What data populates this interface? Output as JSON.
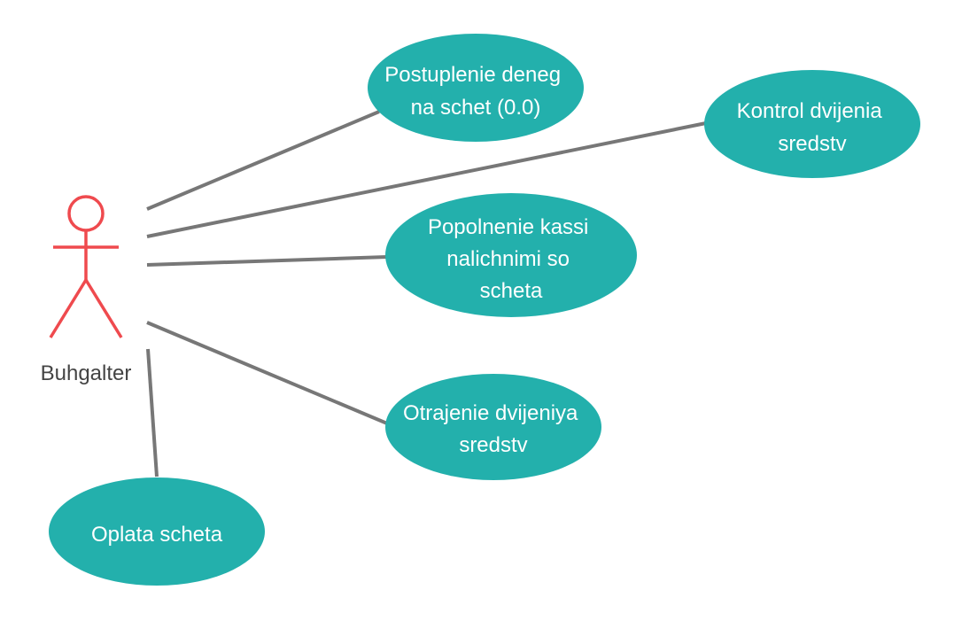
{
  "actor": {
    "name": "Buhgalter"
  },
  "use_cases": [
    {
      "id": "postuplenie",
      "lines": [
        "Postuplenie deneg",
        "na schet (0.0)"
      ]
    },
    {
      "id": "kontrol",
      "lines": [
        "Kontrol dvijenia",
        "sredstv"
      ]
    },
    {
      "id": "popolnenie",
      "lines": [
        "Popolnenie kassi",
        "nalichnimi so",
        "scheta"
      ]
    },
    {
      "id": "otrajenie",
      "lines": [
        "Otrajenie dvijeniya",
        "sredstv"
      ]
    },
    {
      "id": "oplata",
      "lines": [
        "Oplata scheta"
      ]
    }
  ],
  "colors": {
    "use_case_fill": "#23b0ac",
    "use_case_text": "#ffffff",
    "actor_stroke": "#ef4a4e",
    "connector": "#777777",
    "actor_label": "#444444"
  }
}
